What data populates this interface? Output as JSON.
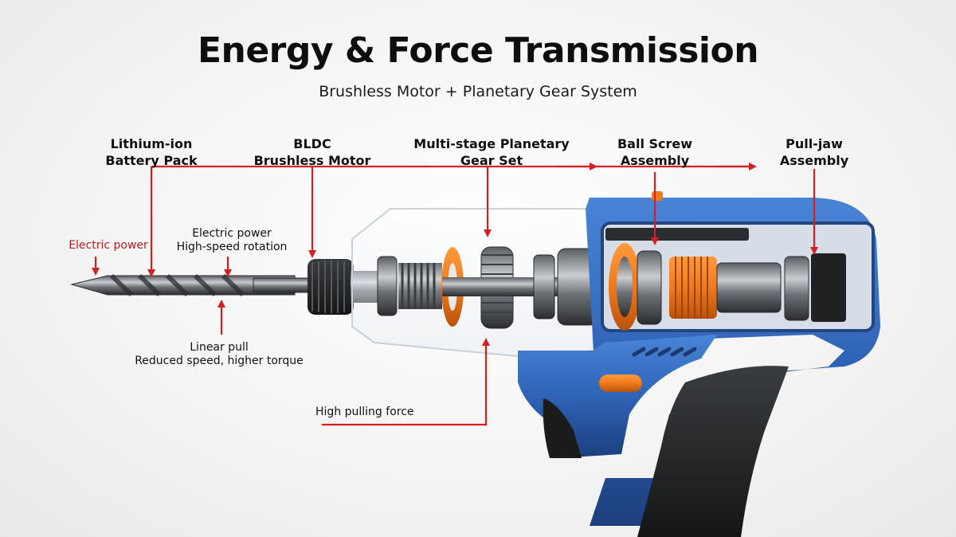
{
  "title": "Energy & Force Transmission",
  "subtitle": "Brushless Motor + Planetary Gear System",
  "components": {
    "battery": [
      "Lithium-ion",
      "Battery Pack"
    ],
    "motor": [
      "BLDC",
      "Brushless Motor"
    ],
    "gears": [
      "Multi-stage Planetary",
      "Gear Set"
    ],
    "screw": [
      "Ball Screw",
      "Assembly"
    ],
    "jaw": [
      "Pull-jaw",
      "Assembly"
    ]
  },
  "annotations": {
    "electric_power": "Electric power",
    "rotation": [
      "Electric power",
      "High-speed rotation"
    ],
    "linear_pull": [
      "Linear pull",
      "Reduced speed, higher torque"
    ],
    "pull_force": "High pulling force"
  },
  "colors": {
    "arrow_red": "#d42020",
    "tool_blue": "#2f63b6",
    "accent_orange": "#f07a1e",
    "grip_black": "#1b1b1b"
  }
}
